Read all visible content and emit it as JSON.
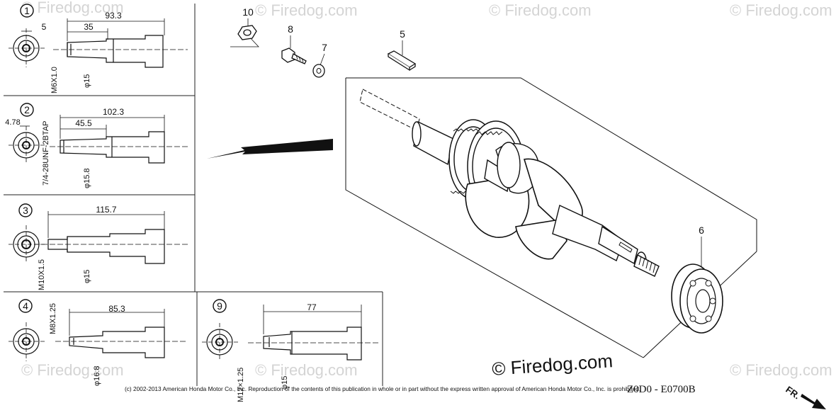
{
  "watermark": "© Firedog.com",
  "brand_mark": "© Firedog.com",
  "drawing_code": "Z0D0 - E0700B",
  "copyright": "(c) 2002-2013 American Honda Motor Co., Inc. Reproduction of the contents of this publication in whole or in part without the express written approval of American Honda Motor Co., Inc. is prohibited.",
  "direction_label": "FR.",
  "variants": [
    {
      "id": "1",
      "dims": [
        "93.3",
        "35",
        "5"
      ],
      "thread": "M6X1.0",
      "dia": "φ15"
    },
    {
      "id": "2",
      "dims": [
        "102.3",
        "45.5",
        "4.78"
      ],
      "thread": "7/4-28UNF-2BTAP",
      "dia": "φ15.8"
    },
    {
      "id": "3",
      "dims": [
        "115.7"
      ],
      "thread": "M10X1.5",
      "dia": "φ15"
    },
    {
      "id": "4",
      "dims": [
        "85.3"
      ],
      "thread": "M8X1.25",
      "dia": "φ16.8"
    },
    {
      "id": "9",
      "dims": [
        "77"
      ],
      "thread": "M12×1.25",
      "dia": "φ15"
    }
  ],
  "callouts": [
    "10",
    "8",
    "7",
    "5",
    "6"
  ]
}
